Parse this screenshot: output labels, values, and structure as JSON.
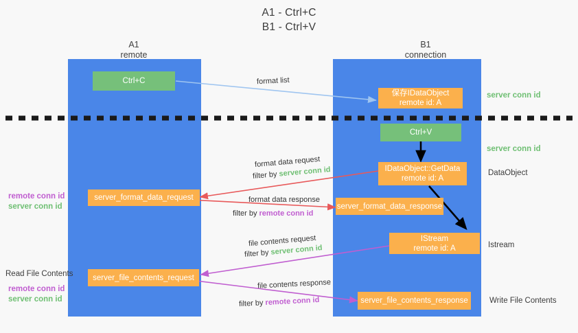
{
  "title": {
    "line1": "A1 - Ctrl+C",
    "line2": "B1 - Ctrl+V"
  },
  "lanes": [
    {
      "id": "a1",
      "name": "A1",
      "sub": "remote"
    },
    {
      "id": "b1",
      "name": "B1",
      "sub": "connection"
    }
  ],
  "nodes": {
    "ctrl_c": {
      "line1": "Ctrl+C"
    },
    "save_idataobject": {
      "line1": "保存IDataObject",
      "line2": "remote id: A"
    },
    "ctrl_v": {
      "line1": "Ctrl+V"
    },
    "getdata": {
      "line1": "IDataObject::GetData",
      "line2": "remote id: A"
    },
    "server_format_data_request": {
      "line1": "server_format_data_request"
    },
    "server_format_data_response": {
      "line1": "server_format_data_response"
    },
    "istream": {
      "line1": "IStream",
      "line2": "remote id: A"
    },
    "server_file_contents_request": {
      "line1": "server_file_contents_request"
    },
    "server_file_contents_response": {
      "line1": "server_file_contents_response"
    }
  },
  "edges": {
    "format_list": {
      "text": "format list"
    },
    "format_data_request": {
      "text": "format data request"
    },
    "format_data_request_filter": {
      "prefix": "filter by ",
      "key": "server conn id",
      "key_color": "green"
    },
    "format_data_response": {
      "text": "format data response"
    },
    "format_data_response_filter": {
      "prefix": "filter by ",
      "key": "remote conn id",
      "key_color": "purple"
    },
    "file_contents_request": {
      "text": "file contents request"
    },
    "file_contents_request_filter": {
      "prefix": "filter by ",
      "key": "server conn id",
      "key_color": "green"
    },
    "file_contents_response": {
      "text": "file contents response"
    },
    "file_contents_response_filter": {
      "prefix": "filter by ",
      "key": "remote conn id",
      "key_color": "purple"
    }
  },
  "right_labels": {
    "server_conn_id_top": "server conn id",
    "server_conn_id_mid": "server conn id",
    "dataobject": "DataObject",
    "istream": "Istream",
    "write_file_contents": "Write File Contents"
  },
  "left_labels": {
    "remote_conn_id_upper": "remote conn id",
    "server_conn_id_upper": "server conn id",
    "read_file_contents": "Read File Contents",
    "remote_conn_id_lower": "remote conn id",
    "server_conn_id_lower": "server conn id"
  },
  "colors": {
    "lane": "#4a86e8",
    "green_box": "#76c07a",
    "orange_box": "#fbb04c",
    "server_conn": "#6fbf73",
    "remote_conn": "#c05ed0",
    "arrow_blue": "#9fc5f0",
    "arrow_red": "#e8595a",
    "arrow_black": "#000000",
    "divider": "#1a1a1a",
    "background": "#f8f8f8"
  }
}
